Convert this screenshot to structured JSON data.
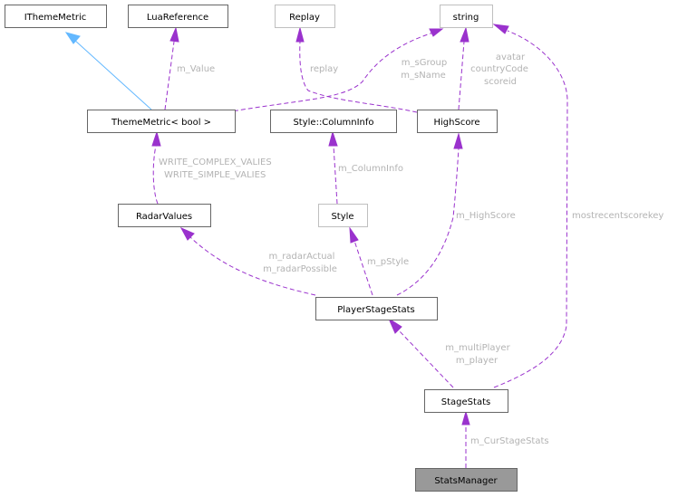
{
  "diagram": {
    "type": "collaboration-graph",
    "colors": {
      "usage_edge": "#9a32cd",
      "inheritance_edge": "#63b8ff",
      "label": "#b3b3b3",
      "node_border": "#666666",
      "external_node_border": "#bfbfbf",
      "focus_node_fill": "#999999"
    },
    "nodes": {
      "ithememetric": "IThemeMetric",
      "luareference": "LuaReference",
      "replay": "Replay",
      "string": "string",
      "thememetric_bool": "ThemeMetric< bool >",
      "columninfo": "Style::ColumnInfo",
      "highscore": "HighScore",
      "radarvalues": "RadarValues",
      "style": "Style",
      "playerstagestats": "PlayerStageStats",
      "stagestats": "StageStats",
      "statsmanager": "StatsManager"
    },
    "edge_labels": {
      "m_value": "m_Value",
      "replay": "replay",
      "sgroup_1": "m_sGroup",
      "sgroup_2": "m_sName",
      "hs_str_1": "avatar",
      "hs_str_2": "countryCode",
      "hs_str_3": "scoreid",
      "write_1": "WRITE_COMPLEX_VALIES",
      "write_2": "WRITE_SIMPLE_VALIES",
      "columninfo": "m_ColumnInfo",
      "highscore": "m_HighScore",
      "mostrecent": "mostrecentscorekey",
      "radar_1": "m_radarActual",
      "radar_2": "m_radarPossible",
      "pstyle": "m_pStyle",
      "multi_1": "m_multiPlayer",
      "multi_2": "m_player",
      "curstage": "m_CurStageStats"
    },
    "edges": [
      {
        "from": "ThemeMetric< bool >",
        "to": "IThemeMetric",
        "kind": "inheritance"
      },
      {
        "from": "ThemeMetric< bool >",
        "to": "LuaReference",
        "kind": "usage",
        "label": "m_Value"
      },
      {
        "from": "ThemeMetric< bool >",
        "to": "string",
        "kind": "usage",
        "label": "m_sGroup, m_sName"
      },
      {
        "from": "HighScore",
        "to": "Replay",
        "kind": "usage",
        "label": "replay"
      },
      {
        "from": "HighScore",
        "to": "string",
        "kind": "usage",
        "label": "avatar, countryCode, scoreid"
      },
      {
        "from": "RadarValues",
        "to": "ThemeMetric< bool >",
        "kind": "usage",
        "label": "WRITE_COMPLEX_VALIES, WRITE_SIMPLE_VALIES"
      },
      {
        "from": "Style",
        "to": "Style::ColumnInfo",
        "kind": "usage",
        "label": "m_ColumnInfo"
      },
      {
        "from": "PlayerStageStats",
        "to": "RadarValues",
        "kind": "usage",
        "label": "m_radarActual, m_radarPossible"
      },
      {
        "from": "PlayerStageStats",
        "to": "Style",
        "kind": "usage",
        "label": "m_pStyle"
      },
      {
        "from": "PlayerStageStats",
        "to": "HighScore",
        "kind": "usage",
        "label": "m_HighScore"
      },
      {
        "from": "StageStats",
        "to": "PlayerStageStats",
        "kind": "usage",
        "label": "m_multiPlayer, m_player"
      },
      {
        "from": "StageStats",
        "to": "string",
        "kind": "usage",
        "label": "mostrecentscorekey"
      },
      {
        "from": "StatsManager",
        "to": "StageStats",
        "kind": "usage",
        "label": "m_CurStageStats"
      }
    ]
  }
}
